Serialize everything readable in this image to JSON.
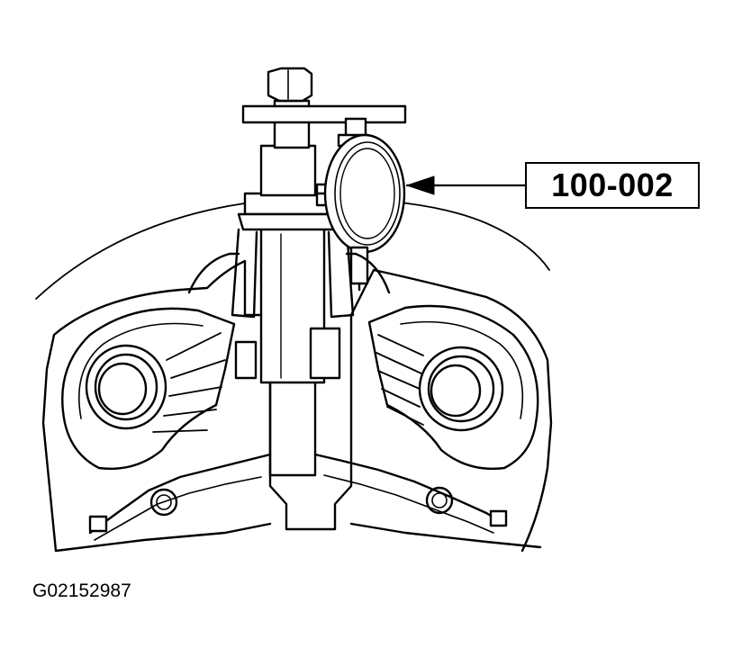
{
  "callout": {
    "label": "100-002",
    "icon": "dial-indicator-icon"
  },
  "figure": {
    "id": "G02152987",
    "illustration": "differential-housing-with-dial-indicator"
  },
  "colors": {
    "ink": "#000000",
    "paper": "#ffffff"
  }
}
